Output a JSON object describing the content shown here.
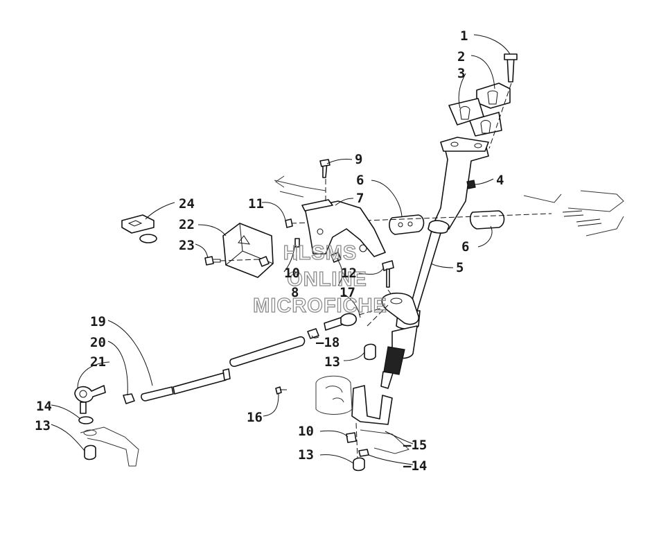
{
  "callouts": [
    {
      "id": "c1",
      "label": "1"
    },
    {
      "id": "c2",
      "label": "2"
    },
    {
      "id": "c3",
      "label": "3"
    },
    {
      "id": "c4",
      "label": "4"
    },
    {
      "id": "c5",
      "label": "5"
    },
    {
      "id": "c6a",
      "label": "6"
    },
    {
      "id": "c6b",
      "label": "6"
    },
    {
      "id": "c7",
      "label": "7"
    },
    {
      "id": "c8",
      "label": "8"
    },
    {
      "id": "c9",
      "label": "9"
    },
    {
      "id": "c10a",
      "label": "10"
    },
    {
      "id": "c10b",
      "label": "10"
    },
    {
      "id": "c11",
      "label": "11"
    },
    {
      "id": "c12",
      "label": "12"
    },
    {
      "id": "c13a",
      "label": "13"
    },
    {
      "id": "c13b",
      "label": "13"
    },
    {
      "id": "c13c",
      "label": "13"
    },
    {
      "id": "c14a",
      "label": "14"
    },
    {
      "id": "c14b",
      "label": "–14"
    },
    {
      "id": "c15",
      "label": "–15"
    },
    {
      "id": "c16",
      "label": "16"
    },
    {
      "id": "c17",
      "label": "17"
    },
    {
      "id": "c18",
      "label": "–18"
    },
    {
      "id": "c19",
      "label": "19"
    },
    {
      "id": "c20",
      "label": "20"
    },
    {
      "id": "c21",
      "label": "21"
    },
    {
      "id": "c22",
      "label": "22"
    },
    {
      "id": "c23",
      "label": "23"
    },
    {
      "id": "c24",
      "label": "24"
    }
  ],
  "watermark": {
    "line1": "HLSMS",
    "line2": "ONLINE",
    "line3": "MICROFICHE"
  }
}
